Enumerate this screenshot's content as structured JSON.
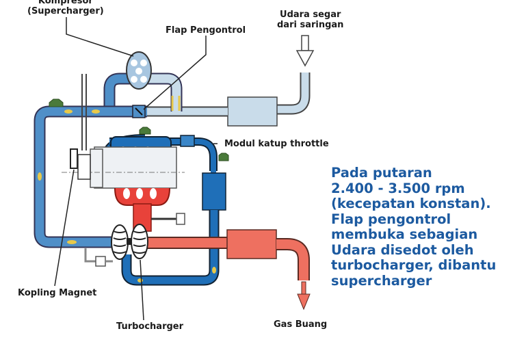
{
  "labels": {
    "compressor_line1": "Kompresor",
    "compressor_line2": "(Supercharger)",
    "flap": "Flap Pengontrol",
    "fresh_air_line1": "Udara segar",
    "fresh_air_line2": "dari saringan",
    "throttle_module": "Modul katup throttle",
    "magnetic_clutch": "Kopling Magnet",
    "turbocharger": "Turbocharger",
    "exhaust": "Gas Buang"
  },
  "description": {
    "lines": [
      "Pada putaran",
      "2.400 - 3.500 rpm",
      "(kecepatan konstan).",
      "Flap pengontrol",
      "membuka sebagian",
      "Udara disedot oleh",
      "turbocharger, dibantu",
      "supercharger"
    ]
  },
  "colors": {
    "intake_pipe": "#4f8fc8",
    "intake_pipe_light": "#c9dcea",
    "charged_pipe": "#1f6fb8",
    "exhaust_hot": "#e8423a",
    "exhaust_pipe": "#ee7060",
    "engine_block": "#eef1f4",
    "text_description": "#1c5aa0",
    "flow_marker": "#e8c94a"
  }
}
